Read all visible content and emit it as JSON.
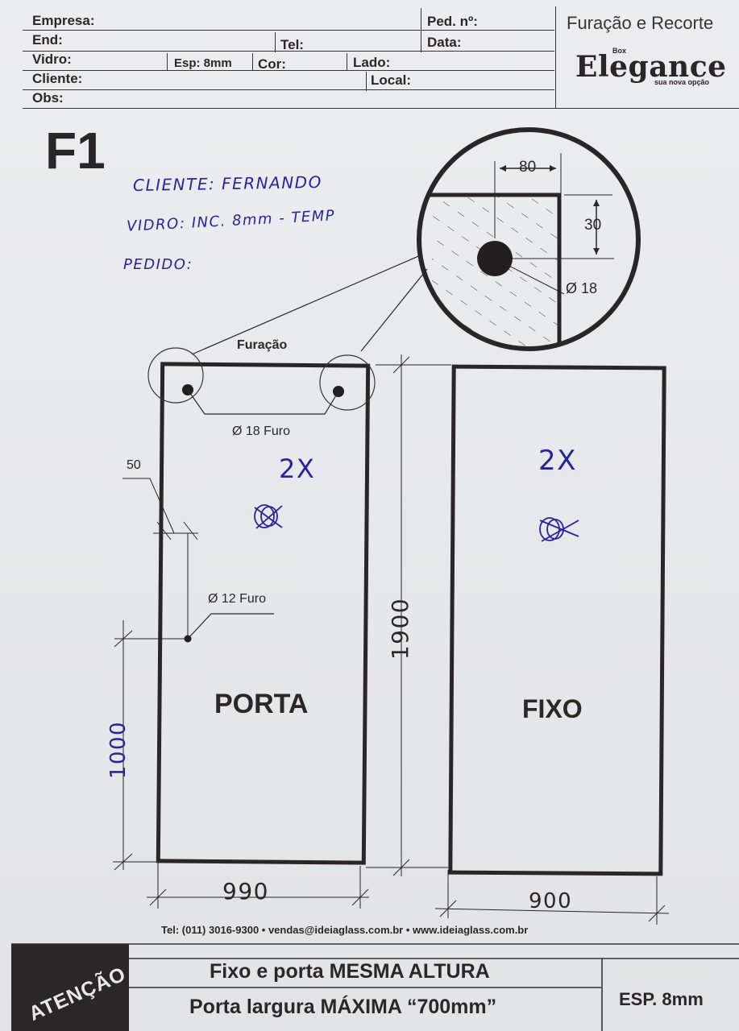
{
  "header": {
    "empresa": "Empresa:",
    "ped_no": "Ped. nº:",
    "end": "End:",
    "tel": "Tel:",
    "data": "Data:",
    "vidro": "Vidro:",
    "esp": "Esp: 8mm",
    "cor": "Cor:",
    "lado": "Lado:",
    "cliente": "Cliente:",
    "local": "Local:",
    "obs": "Obs:",
    "title": "Furação e Recorte",
    "logo_box": "Box",
    "logo_name": "Elegance",
    "logo_tagline": "sua nova opção"
  },
  "model_code": "F1",
  "handwritten": {
    "cliente": "CLIENTE: FERNANDO",
    "vidro": "VIDRO: INC. 8mm - TEMP",
    "pedido": "PEDIDO:",
    "qty_porta": "2X",
    "qty_fixo": "2X",
    "porta_height": "1900",
    "porta_width": "990",
    "handle_height": "1000",
    "fixo_width": "900"
  },
  "detail": {
    "dim_80": "80",
    "dim_30": "30",
    "dim_18": "Ø 18"
  },
  "drawing": {
    "furacao": "Furação",
    "furo_18": "Ø 18 Furo",
    "dim_50": "50",
    "furo_12": "Ø 12 Furo",
    "porta": "PORTA",
    "fixo": "FIXO"
  },
  "footer": {
    "contact": "Tel: (011)  3016-9300  • vendas@ideiaglass.com.br • www.ideiaglass.com.br",
    "atencao": "ATENÇÃO",
    "line1": "Fixo e porta MESMA ALTURA",
    "line2": "Porta largura MÁXIMA “700mm”",
    "esp": "ESP. 8mm"
  }
}
